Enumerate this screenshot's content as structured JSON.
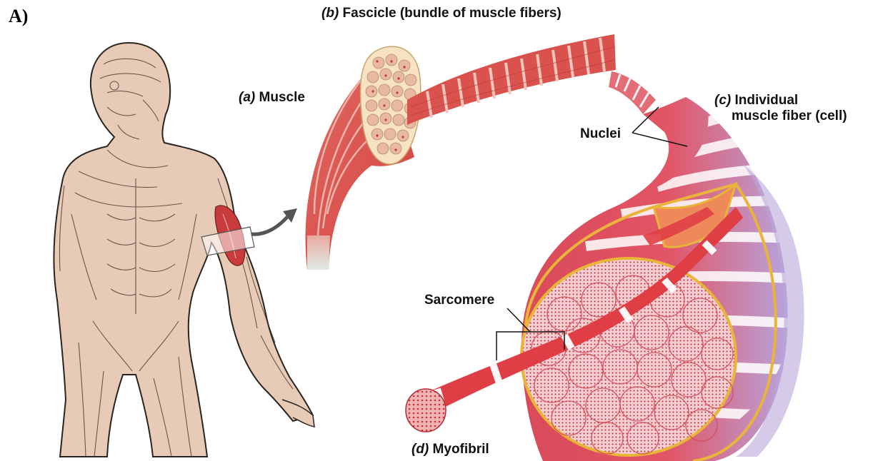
{
  "panel_label": "A)",
  "labels": {
    "fascicle_letter": "(b)",
    "fascicle_text": "Fascicle (bundle of muscle fibers)",
    "muscle_letter": "(a)",
    "muscle_text": "Muscle",
    "fiber_letter": "(c)",
    "fiber_line1": "Individual",
    "fiber_line2": "muscle fiber (cell)",
    "nuclei": "Nuclei",
    "sarcomere": "Sarcomere",
    "myofibril_letter": "(d)",
    "myofibril_text": "Myofibril"
  },
  "colors": {
    "muscle_red": "#d8504c",
    "stripe_light": "#f3c4bc",
    "fiber_purple": "#b9a6d9",
    "sheath_yellow": "#e8b43a",
    "skin": "#e7c8b2",
    "ink": "#2a2420"
  }
}
